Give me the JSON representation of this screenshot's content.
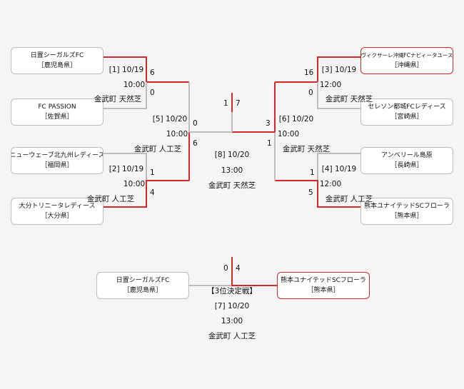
{
  "colors": {
    "win": "#d62828",
    "line": "#bdbdbd"
  },
  "teams": {
    "l1": {
      "name": "日置シーガルズFC",
      "pref": "［鹿児島県］"
    },
    "l2": {
      "name": "FC PASSION",
      "pref": "［佐賀県］"
    },
    "l3": {
      "name": "ニューウェーブ北九州レディース",
      "pref": "［福岡県］"
    },
    "l4": {
      "name": "大分トリニータレディース",
      "pref": "［大分県］"
    },
    "r1": {
      "name": "ヴィクサーレ沖縄FCナビィータユース",
      "pref": "［沖縄県］"
    },
    "r2": {
      "name": "セレソン都城FCレディース",
      "pref": "［宮崎県］"
    },
    "r3": {
      "name": "アンベリール島原",
      "pref": "［長崎県］"
    },
    "r4": {
      "name": "熊本ユナイテッドSCフローラ",
      "pref": "［熊本県］"
    },
    "t1": {
      "name": "日置シーガルズFC",
      "pref": "［鹿児島県］"
    },
    "t2": {
      "name": "熊本ユナイテッドSCフローラ",
      "pref": "［熊本県］"
    }
  },
  "matches": {
    "m1": {
      "date": "[1] 10/19",
      "time": "10:00",
      "venue": "金武町 天然芝",
      "s1": "6",
      "s2": "0"
    },
    "m2": {
      "date": "[2] 10/19",
      "time": "10:00",
      "venue": "金武町 人工芝",
      "s1": "1",
      "s2": "4"
    },
    "m3": {
      "date": "[3] 10/19",
      "time": "12:00",
      "venue": "金武町 天然芝",
      "s1": "16",
      "s2": "0"
    },
    "m4": {
      "date": "[4] 10/19",
      "time": "12:00",
      "venue": "金武町 人工芝",
      "s1": "1",
      "s2": "5"
    },
    "m5": {
      "date": "[5] 10/20",
      "time": "10:00",
      "venue": "金武町 人工芝",
      "s1": "0",
      "s2": "6"
    },
    "m6": {
      "date": "[6] 10/20",
      "time": "10:00",
      "venue": "金武町 天然芝",
      "s1": "3",
      "s2": "1"
    },
    "m8": {
      "date": "[8] 10/20",
      "time": "13:00",
      "venue": "金武町 天然芝",
      "s1": "1",
      "s2": "7"
    },
    "m7": {
      "title": "【3位決定戦】",
      "date": "[7] 10/20",
      "time": "13:00",
      "venue": "金武町 人工芝",
      "s1": "0",
      "s2": "4"
    }
  }
}
